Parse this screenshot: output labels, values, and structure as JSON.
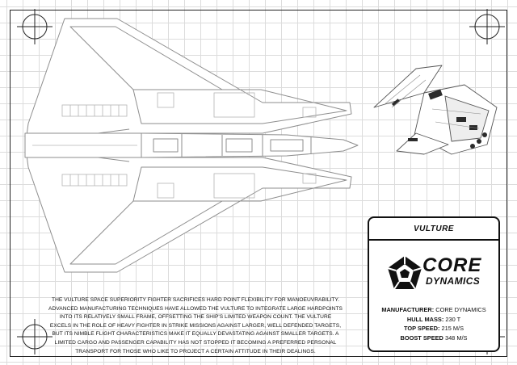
{
  "ship": {
    "name": "VULTURE",
    "description_lines": [
      "THE VULTURE SPACE SUPERIORITY FIGHTER SACRIFICES HARD POINT FLEXIBILITY FOR MANOEUVRABILITY.",
      "ADVANCED MANUFACTURING TECHNIQUES HAVE ALLOWED THE VULTURE TO INTEGRATE LARGE HARDPOINTS",
      "INTO ITS RELATIVELY SMALL FRAME, OFFSETTING THE SHIP'S LIMITED WEAPON COUNT. THE VULTURE",
      "EXCELS IN THE ROLE OF HEAVY FIGHTER IN STRIKE MISSIONS AGAINST LARGER, WELL DEFENDED TARGETS,",
      "BUT ITS NIMBLE FLIGHT CHARACTERISTICS MAKE IT EQUALLY DEVASTATING AGAINST SMALLER TARGETS. A",
      "LIMITED CARGO AND PASSENGER CAPABILITY HAS NOT STOPPED IT BECOMING A PREFERRED PERSONAL",
      "TRANSPORT FOR THOSE WHO LIKE TO PROJECT A CERTAIN ATTITUDE IN THEIR DEALINGS."
    ]
  },
  "logo": {
    "word_top": "CORE",
    "word_bottom": "DYNAMICS"
  },
  "stats": [
    {
      "label": "MANUFACTURER:",
      "value": "CORE DYNAMICS"
    },
    {
      "label": "HULL MASS:",
      "value": "230 T"
    },
    {
      "label": "TOP SPEED:",
      "value": "215 M/S"
    },
    {
      "label": "BOOST SPEED",
      "value": "348 M/S"
    }
  ],
  "colors": {
    "ink": "#111111",
    "grid": "#dcdcdc",
    "paper": "#ffffff",
    "line_art": "#9a9a9a"
  }
}
